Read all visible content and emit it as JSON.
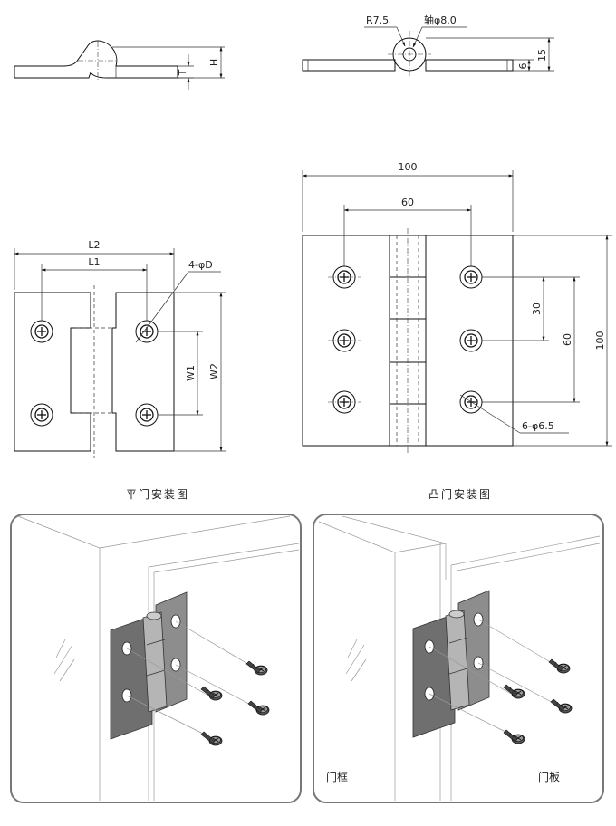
{
  "top_left_view": {
    "dim_T": "T",
    "dim_H": "H"
  },
  "top_right_view": {
    "radius": "R7.5",
    "shaft": "轴φ8.0",
    "dim_6": "6",
    "dim_15": "15"
  },
  "mid_left_view": {
    "L2": "L2",
    "L1": "L1",
    "holes": "4-φD",
    "W1": "W1",
    "W2": "W2"
  },
  "mid_right_view": {
    "w100": "100",
    "w60": "60",
    "h30": "30",
    "h60": "60",
    "h100": "100",
    "holes": "6-φ6.5"
  },
  "captions": {
    "flat_door": "平门安装图",
    "convex_door": "凸门安装图"
  },
  "panel_right_labels": {
    "frame": "门框",
    "door": "门板"
  }
}
